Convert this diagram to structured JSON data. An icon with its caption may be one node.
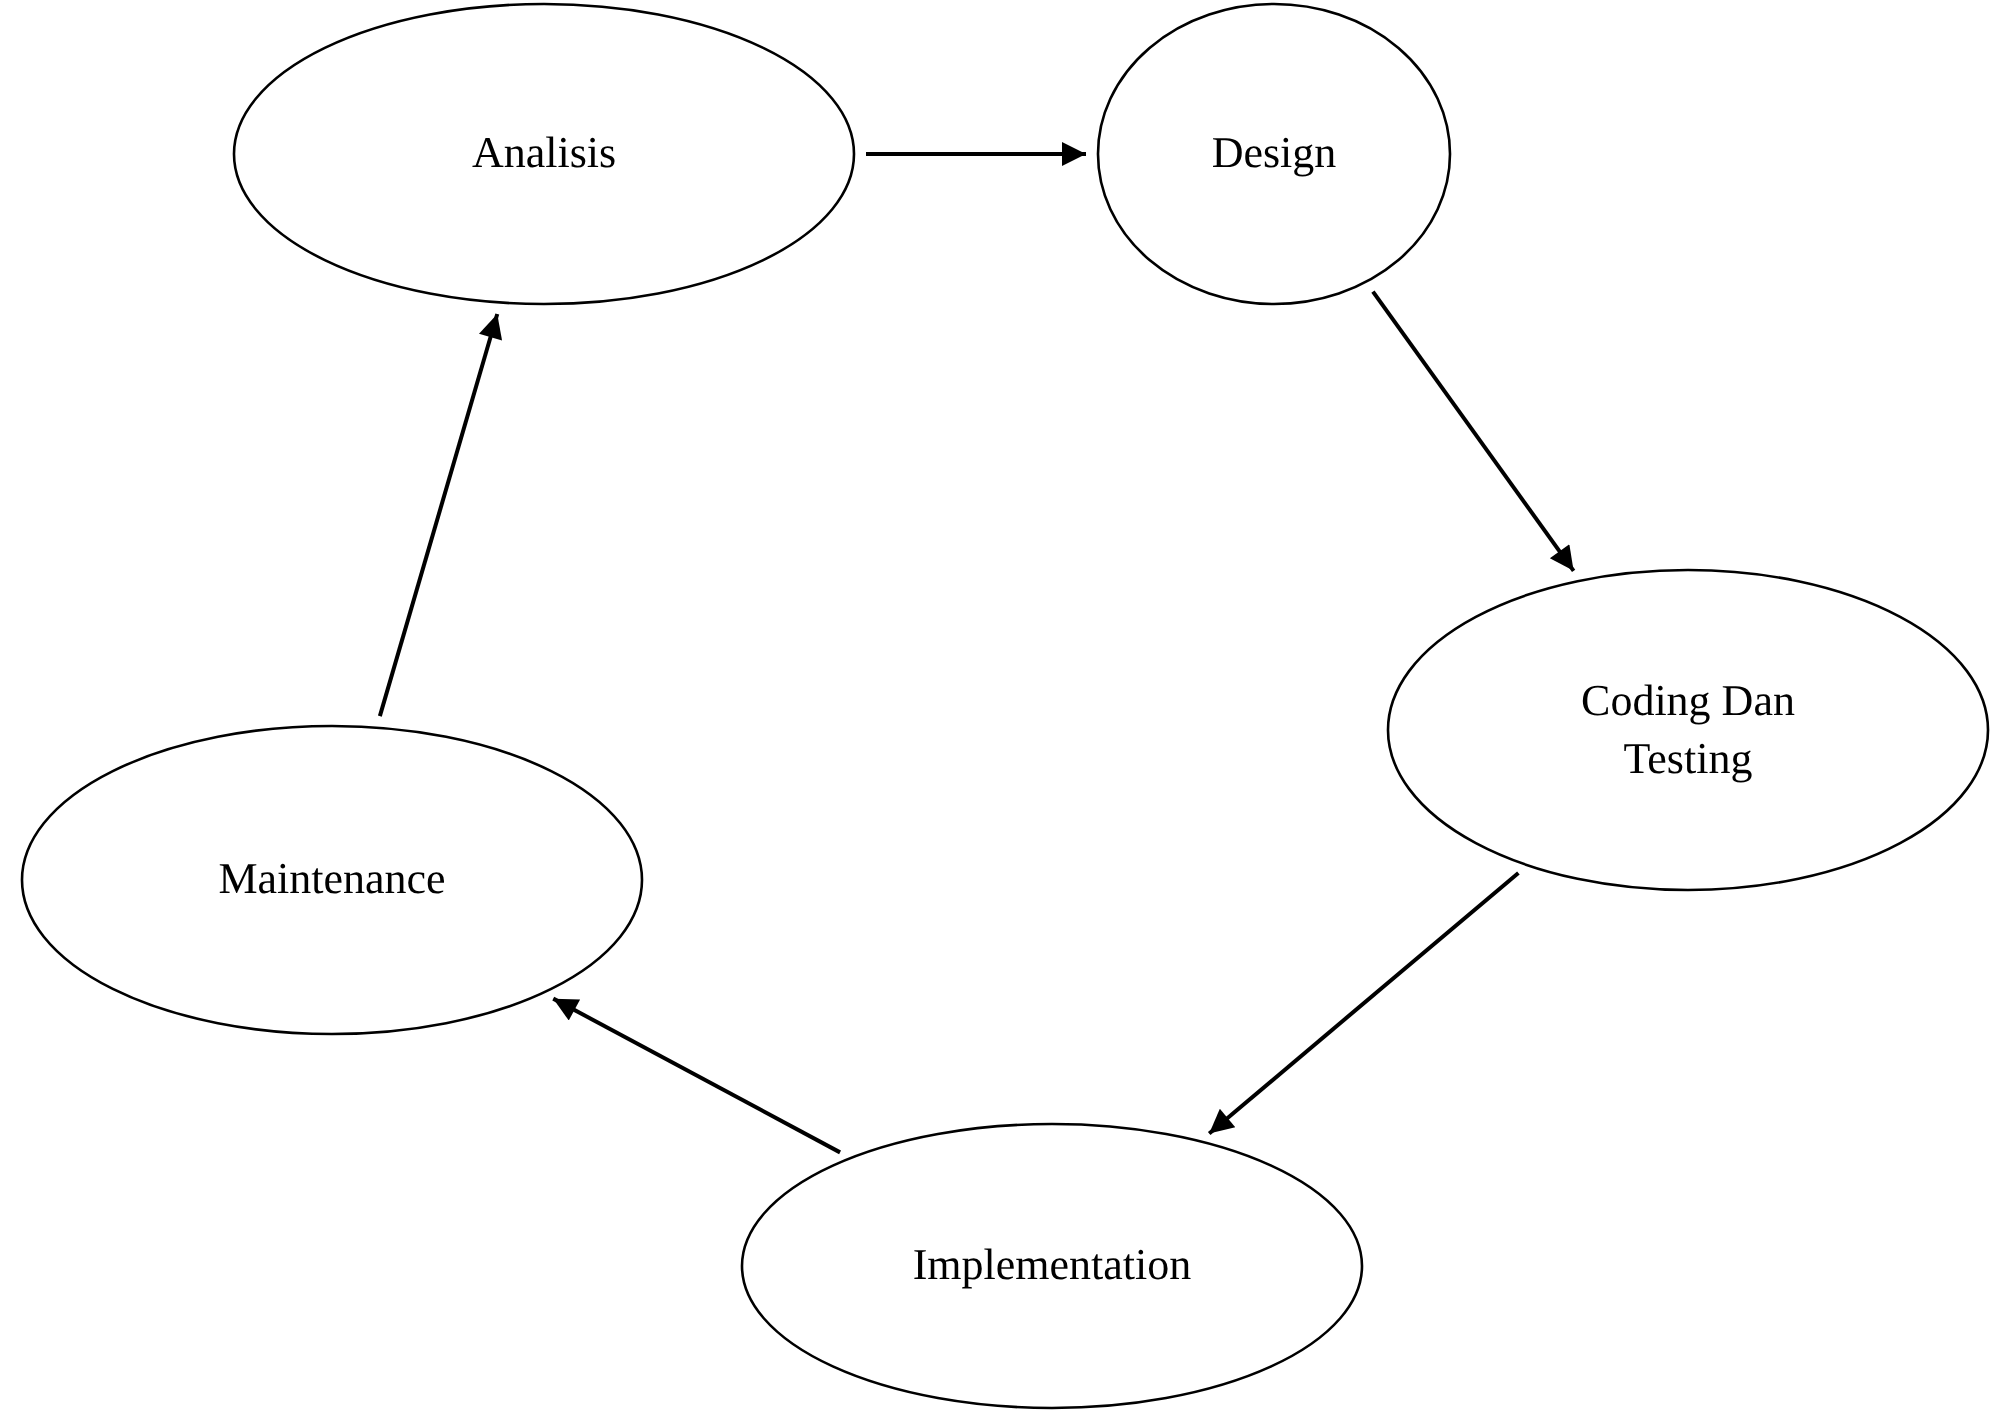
{
  "diagram": {
    "nodes": [
      {
        "text": [
          "Analisis"
        ]
      },
      {
        "text": [
          "Design"
        ]
      },
      {
        "text": [
          "Coding Dan Testing"
        ]
      },
      {
        "text": [
          "Implementation"
        ]
      },
      {
        "text": [
          "Maintenance"
        ]
      }
    ],
    "edges": [
      {
        "from": 0,
        "to": 1,
        "arrow": "to"
      },
      {
        "from": 1,
        "to": 2,
        "arrow": "to"
      },
      {
        "from": 2,
        "to": 3,
        "arrow": "to"
      },
      {
        "from": 3,
        "to": 4,
        "arrow": "to"
      },
      {
        "from": 4,
        "to": 0,
        "arrow": "to"
      }
    ]
  }
}
